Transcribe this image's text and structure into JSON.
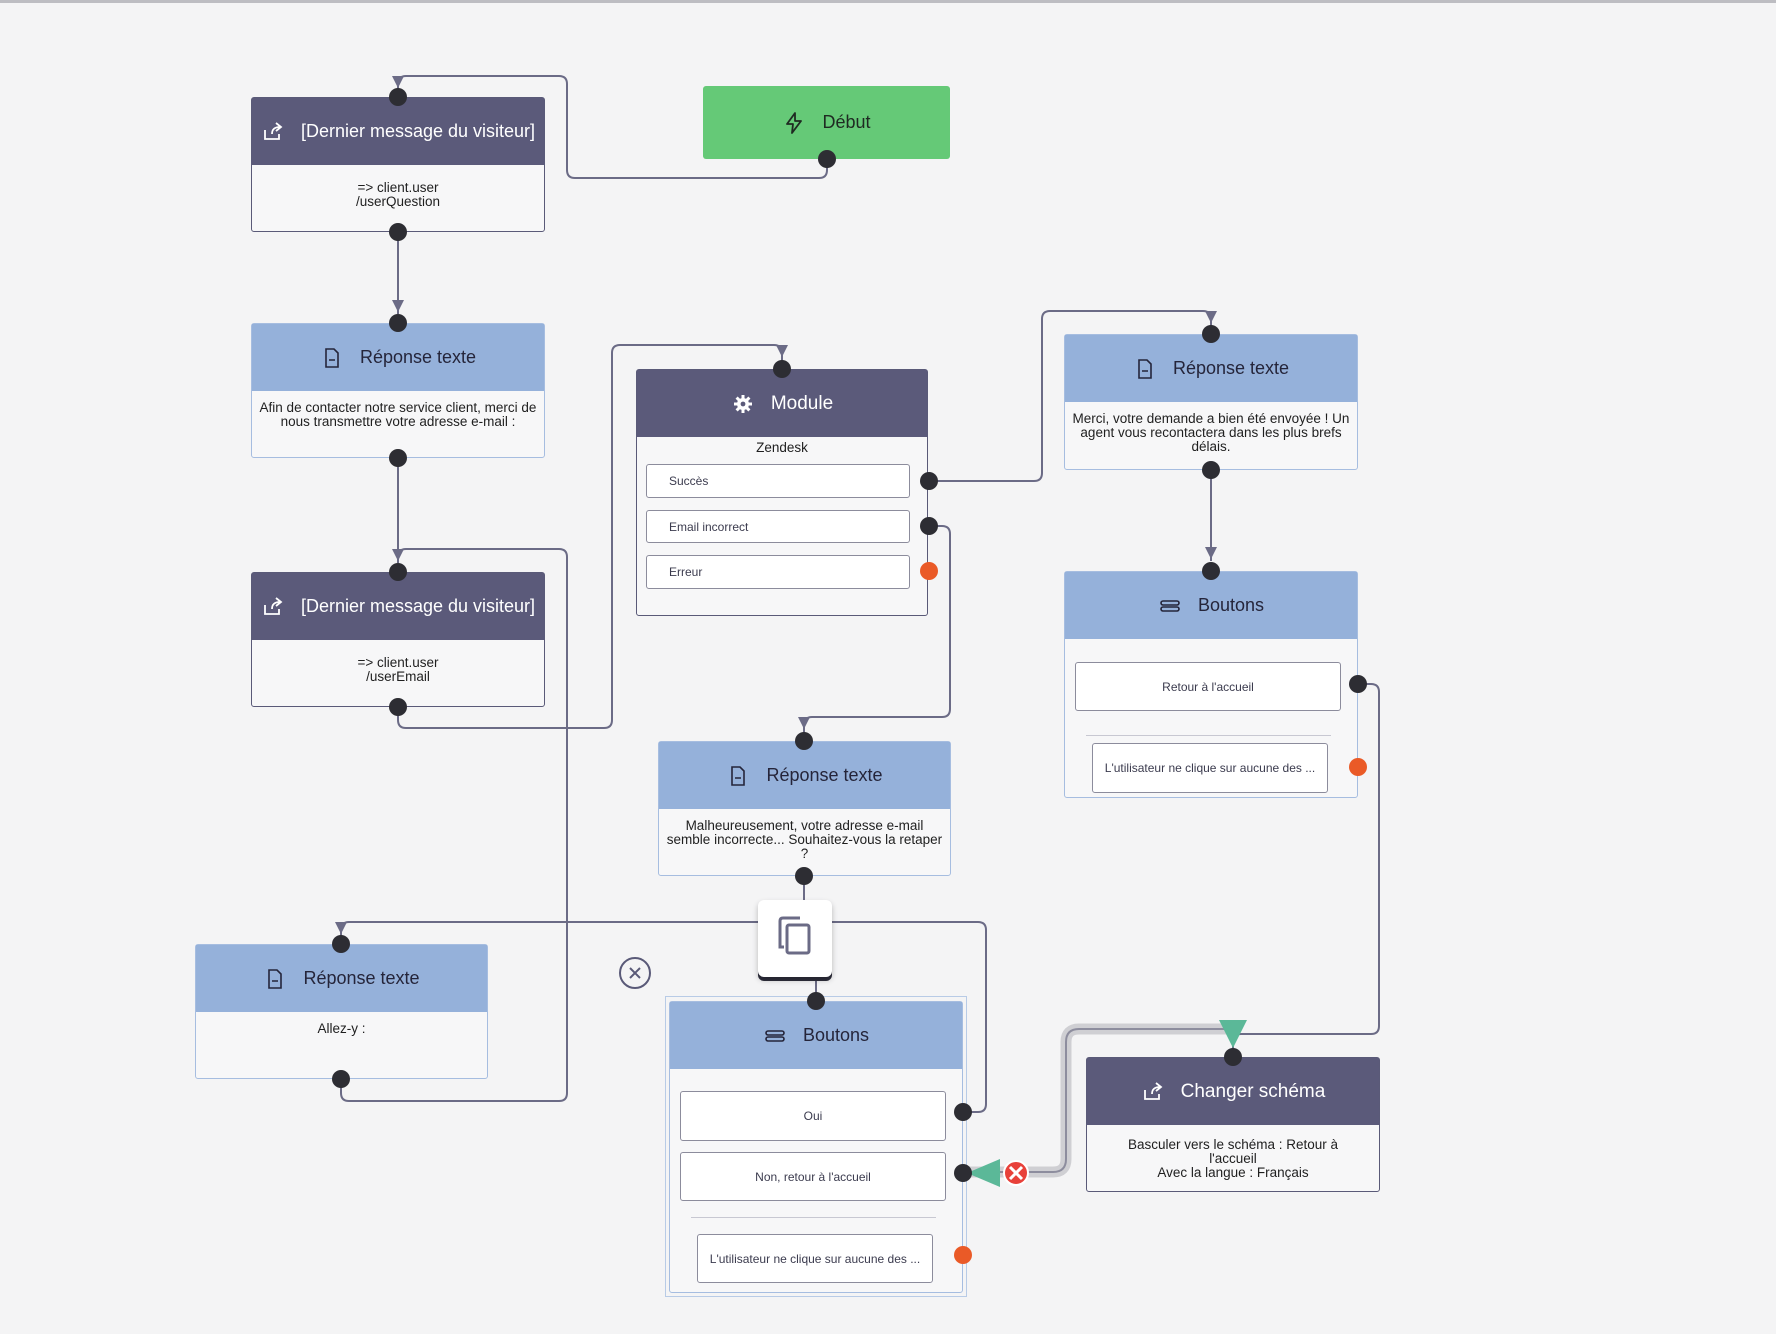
{
  "start": {
    "label": "Début",
    "icon": "bolt-icon"
  },
  "nodes": {
    "visitor_msg_1": {
      "title": "[Dernier message du visiteur]",
      "icon": "share-icon",
      "body_line1": "=> client.user",
      "body_line2": "/userQuestion"
    },
    "text_reply_1": {
      "title": "Réponse texte",
      "icon": "document-icon",
      "body": "Afin de contacter notre service client, merci de nous transmettre votre adresse e-mail :"
    },
    "visitor_msg_2": {
      "title": "[Dernier message du visiteur]",
      "icon": "share-icon",
      "body_line1": "=> client.user",
      "body_line2": "/userEmail"
    },
    "text_reply_allez": {
      "title": "Réponse texte",
      "icon": "document-icon",
      "body": "Allez-y :"
    },
    "module": {
      "title": "Module",
      "icon": "gear-icon",
      "subtitle": "Zendesk",
      "outputs": [
        "Succès",
        "Email incorrect",
        "Erreur"
      ]
    },
    "text_reply_email_bad": {
      "title": "Réponse texte",
      "icon": "document-icon",
      "body": "Malheureusement, votre adresse e-mail semble incorrecte... Souhaitez-vous la retaper ?"
    },
    "buttons_main": {
      "title": "Boutons",
      "icon": "list-icon",
      "options": [
        "Oui",
        "Non, retour à l'accueil"
      ],
      "fallback": "L'utilisateur ne clique sur aucune des ..."
    },
    "text_reply_sent": {
      "title": "Réponse texte",
      "icon": "document-icon",
      "body": "Merci, votre demande a bien été envoyée ! Un agent vous recontactera dans les plus brefs délais."
    },
    "buttons_home": {
      "title": "Boutons",
      "icon": "list-icon",
      "options": [
        "Retour à l'accueil"
      ],
      "fallback": "L'utilisateur ne clique sur aucune des ..."
    },
    "change_schema": {
      "title": "Changer schéma",
      "icon": "share-icon",
      "body_line1": "Basculer vers le schéma : Retour à l'accueil",
      "body_line2": "Avec la langue : Français"
    }
  },
  "overlay": {
    "copy_icon": "copy-icon",
    "close_icon": "close-circle-icon",
    "delete_link_icon": "delete-link-icon"
  },
  "colors": {
    "dark_header": "#5b5a7a",
    "light_header": "#95b1da",
    "start": "#65c977",
    "port": "#2d2d33",
    "error_port": "#ea5a27",
    "selected_link": "#5bb898"
  }
}
